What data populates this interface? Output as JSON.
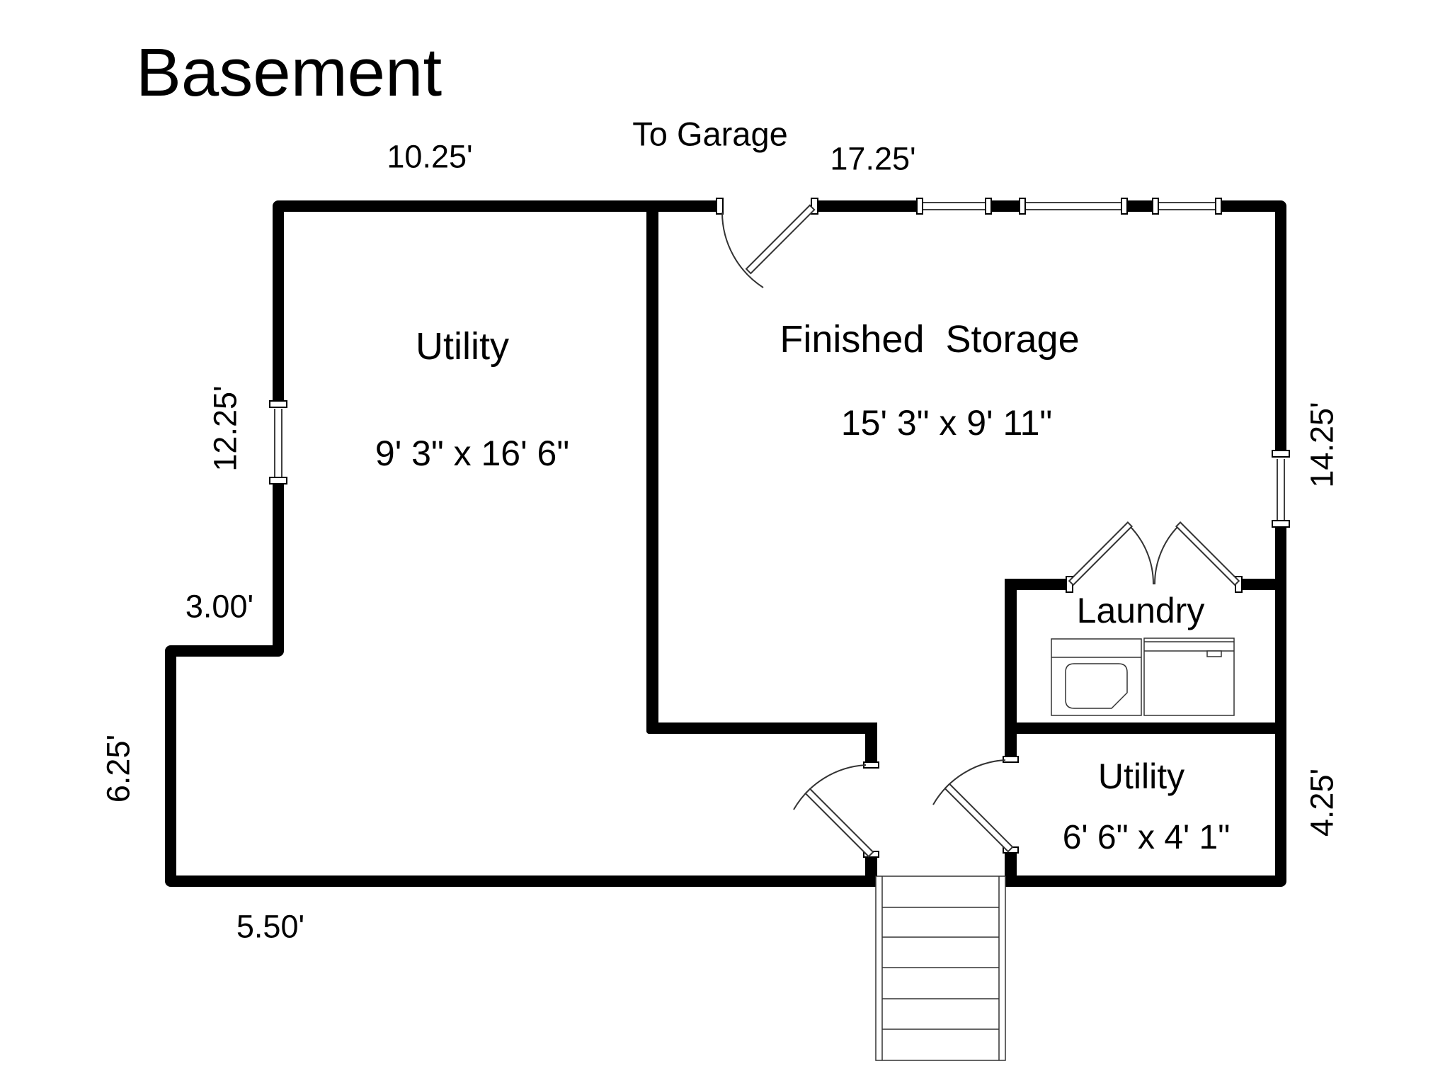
{
  "labels": {
    "title": "Basement",
    "to_garage": "To Garage"
  },
  "rooms": {
    "utility_main": {
      "name": "Utility",
      "size": "9' 3\" x 16' 6\""
    },
    "finished_storage province": null,
    "finished_storage": {
      "name": "Finished  Storage",
      "size": "15' 3\" x 9' 11\""
    },
    "laundry": {
      "name": "Laundry"
    },
    "utility_small": {
      "name": "Utility",
      "size": "6' 6\" x 4' 1\""
    }
  },
  "dimensions": {
    "top_left": "10.25'",
    "top_right": "17.25'",
    "left_upper": "12.25'",
    "left_step": "3.00'",
    "left_lower": "6.25'",
    "bottom_left": "5.50'",
    "right_upper": "14.25'",
    "right_lower": "4.25'"
  },
  "colors": {
    "wall": "#000000",
    "background": "#ffffff",
    "thin_line": "#333333"
  }
}
